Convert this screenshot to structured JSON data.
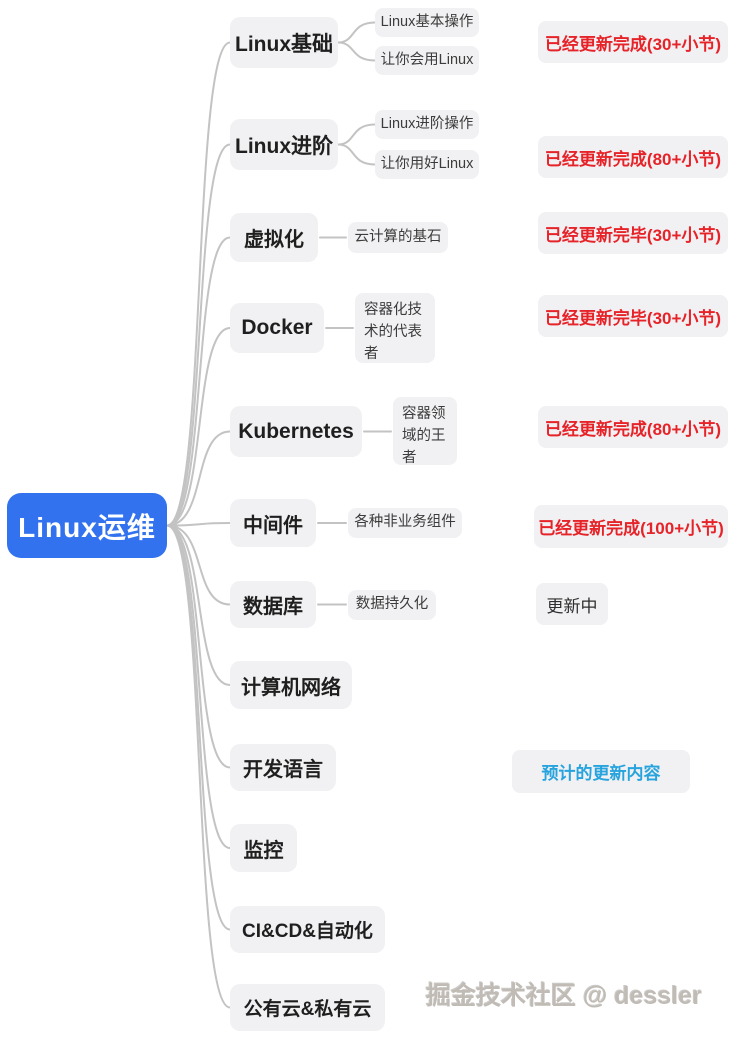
{
  "root": {
    "label": "Linux运维"
  },
  "branches": [
    {
      "label": "Linux基础",
      "children": [
        "Linux基本操作",
        "让你会用Linux"
      ],
      "status": {
        "text": "已经更新完成(30+小节)",
        "color": "red"
      }
    },
    {
      "label": "Linux进阶",
      "children": [
        "Linux进阶操作",
        "让你用好Linux"
      ],
      "status": {
        "text": "已经更新完成(80+小节)",
        "color": "red"
      }
    },
    {
      "label": "虚拟化",
      "children": [
        "云计算的基石"
      ],
      "status": {
        "text": "已经更新完毕(30+小节)",
        "color": "red"
      }
    },
    {
      "label": "Docker",
      "children": [
        "容器化技术的代表者"
      ],
      "status": {
        "text": "已经更新完毕(30+小节)",
        "color": "red"
      }
    },
    {
      "label": "Kubernetes",
      "children": [
        "容器领域的王者"
      ],
      "status": {
        "text": "已经更新完成(80+小节)",
        "color": "red"
      }
    },
    {
      "label": "中间件",
      "children": [
        "各种非业务组件"
      ],
      "status": {
        "text": "已经更新完成(100+小节)",
        "color": "red"
      }
    },
    {
      "label": "数据库",
      "children": [
        "数据持久化"
      ],
      "status": {
        "text": "更新中",
        "color": "dark"
      }
    },
    {
      "label": "计算机网络",
      "children": [],
      "status": null
    },
    {
      "label": "开发语言",
      "children": [],
      "status": {
        "text": "预计的更新内容",
        "color": "blue"
      }
    },
    {
      "label": "监控",
      "children": [],
      "status": null
    },
    {
      "label": "CI&CD&自动化",
      "children": [],
      "status": null
    },
    {
      "label": "公有云&私有云",
      "children": [],
      "status": null
    }
  ],
  "watermark": "掘金技术社区 @ dessler",
  "colors": {
    "root_bg": "#3372ee",
    "node_bg": "#f1f1f3",
    "status_red": "#e62329",
    "status_blue": "#27a3dd",
    "line": "#c3c3c3"
  }
}
